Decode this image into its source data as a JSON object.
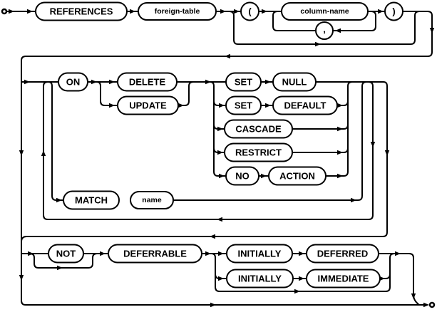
{
  "diagram": {
    "kind": "railroad-syntax-diagram",
    "colors": {
      "line": "#000000",
      "background": "#ffffff"
    }
  },
  "nodes": {
    "references": "REFERENCES",
    "foreign_table": "foreign-table",
    "lparen": "(",
    "column_name": "column-name",
    "comma": ",",
    "rparen": ")",
    "on": "ON",
    "delete": "DELETE",
    "update": "UPDATE",
    "set1": "SET",
    "null": "NULL",
    "set2": "SET",
    "default": "DEFAULT",
    "cascade": "CASCADE",
    "restrict": "RESTRICT",
    "no": "NO",
    "action": "ACTION",
    "match": "MATCH",
    "name": "name",
    "not": "NOT",
    "deferrable": "DEFERRABLE",
    "initially1": "INITIALLY",
    "deferred": "DEFERRED",
    "initially2": "INITIALLY",
    "immediate": "IMMEDIATE"
  }
}
